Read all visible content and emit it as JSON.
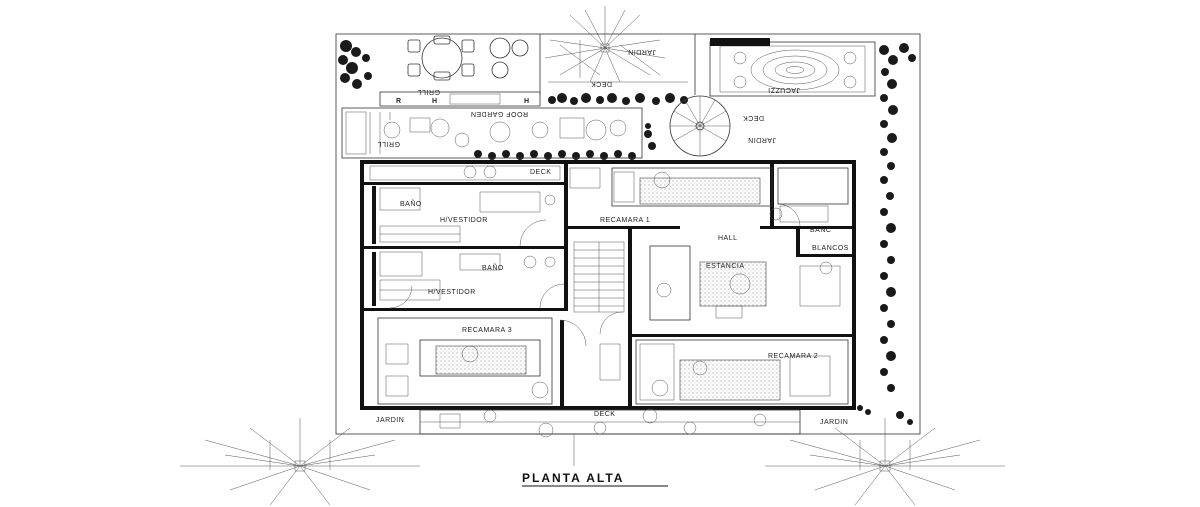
{
  "plan": {
    "title": "PLANTA ALTA",
    "rooms": {
      "jardin_top": "JARDIN",
      "deck_top": "DECK",
      "jacuzzi": "JACUZZI",
      "deck_right": "DECK",
      "jardin_right": "JARDIN",
      "grill_top": "GRILL",
      "grill_left": "GRILL",
      "roof_garden": "ROOF GARDEN",
      "deck_small": "DECK",
      "bano_1": "BAÑO",
      "vestidor_1": "H/VESTIDOR",
      "recamara_1": "RECAMARA 1",
      "hall": "HALL",
      "banc": "BANC",
      "blancos": "BLANCOS",
      "bano_2": "BAÑO",
      "vestidor_2": "H/VESTIDOR",
      "estancia": "ESTANCIA",
      "recamara_3": "RECAMARA 3",
      "recamara_2": "RECAMARA 2",
      "jardin_bottom_left": "JARDIN",
      "deck_bottom": "DECK",
      "jardin_bottom_right": "JARDIN",
      "grill_r": "R",
      "grill_h1": "H",
      "grill_h2": "H"
    }
  }
}
